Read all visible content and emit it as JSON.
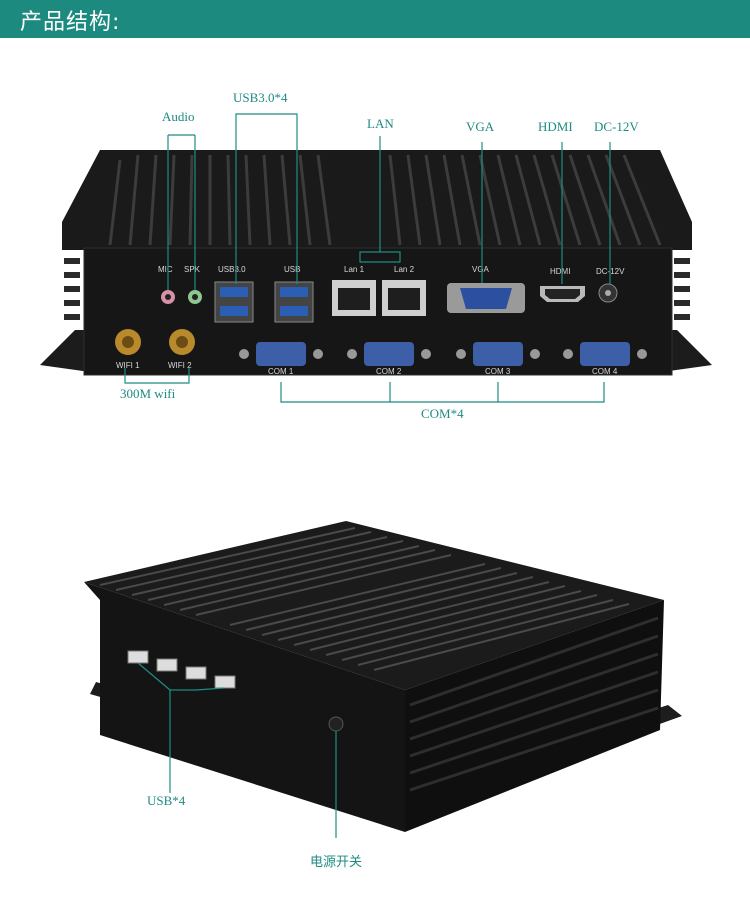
{
  "header": {
    "title": "产品结构:",
    "bar_color": "#1d8a80"
  },
  "callout_color": "#1f8b82",
  "front_view": {
    "callouts": {
      "audio": "Audio",
      "usb30": "USB3.0*4",
      "lan": "LAN",
      "vga": "VGA",
      "hdmi": "HDMI",
      "dc": "DC-12V",
      "wifi": "300M wifi",
      "com": "COM*4"
    },
    "panel_labels": {
      "mic": "MIC",
      "spk": "SPK",
      "usb30": "USB3.0",
      "usb": "USB",
      "lan1": "Lan 1",
      "lan2": "Lan 2",
      "vga": "VGA",
      "hdmi": "HDMI",
      "dc": "DC-12V",
      "wifi1": "WIFI 1",
      "wifi2": "WIFI 2",
      "com1": "COM 1",
      "com2": "COM 2",
      "com3": "COM 3",
      "com4": "COM 4"
    }
  },
  "back_view": {
    "callouts": {
      "usb": "USB*4",
      "power": "电源开关"
    }
  }
}
